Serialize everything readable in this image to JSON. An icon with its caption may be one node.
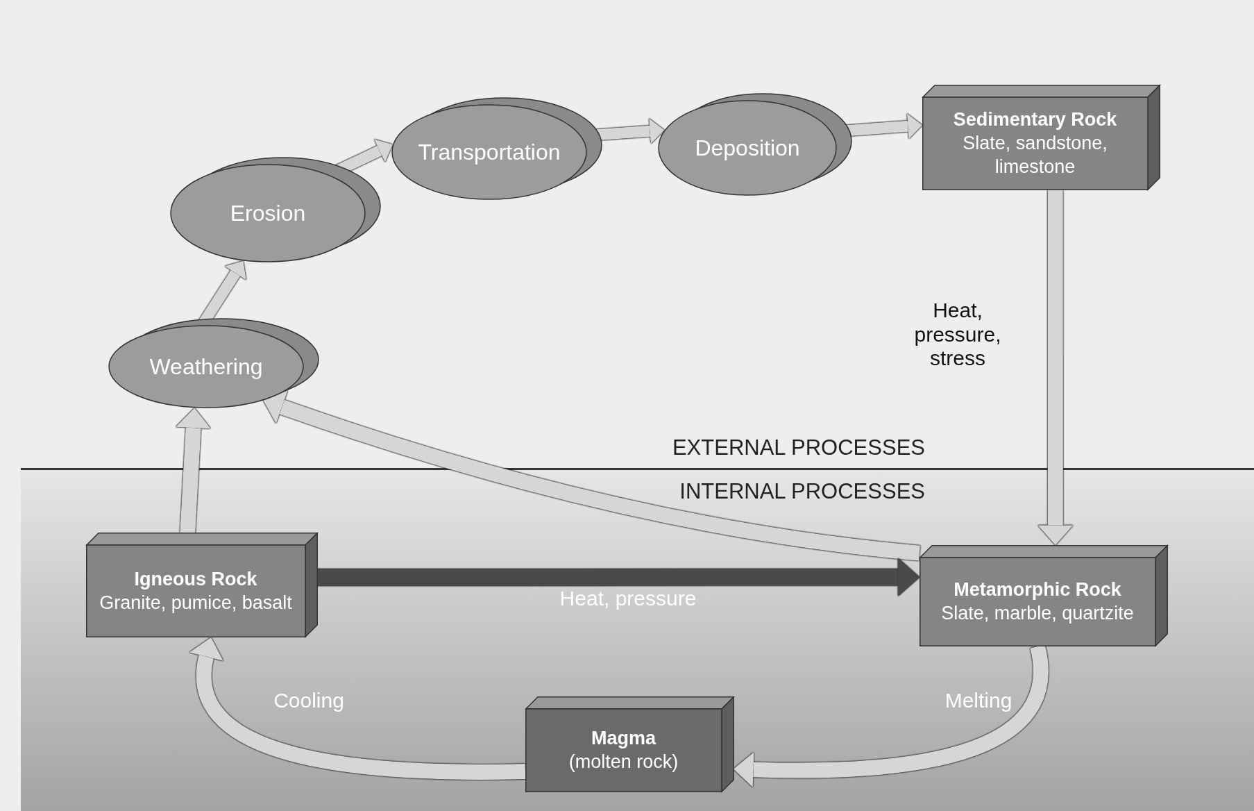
{
  "diagram": {
    "nodes": [
      {
        "text": [
          "Weathering"
        ]
      },
      {
        "text": [
          "Erosion"
        ]
      },
      {
        "text": [
          "Transportation"
        ]
      },
      {
        "text": [
          "Deposition"
        ]
      },
      {
        "text": [
          "Sedimentary Rock",
          "Slate, sandstone, limestone"
        ]
      },
      {
        "text": [
          "Igneous Rock",
          "Granite, pumice, basalt"
        ]
      },
      {
        "text": [
          "Metamorphic Rock",
          "Slate, marble, quartzite"
        ]
      },
      {
        "text": [
          "Magma",
          "(molten rock)"
        ]
      }
    ],
    "edges": [
      {
        "from": 0,
        "to": 1,
        "arrow": "to"
      },
      {
        "from": 1,
        "to": 2,
        "arrow": "to"
      },
      {
        "from": 2,
        "to": 3,
        "arrow": "to"
      },
      {
        "from": 3,
        "to": 4,
        "arrow": "to"
      },
      {
        "from": 4,
        "to": 6,
        "arrow": "to",
        "label": "Heat, pressure, stress"
      },
      {
        "from": 5,
        "to": 0,
        "arrow": "to"
      },
      {
        "from": 6,
        "to": 0,
        "arrow": "to"
      },
      {
        "from": 5,
        "to": 6,
        "arrow": "to",
        "label": "Heat, pressure",
        "color": "#4a4a4a"
      },
      {
        "from": 6,
        "to": 7,
        "arrow": "to",
        "label": "Melting"
      },
      {
        "from": 7,
        "to": 5,
        "arrow": "to",
        "label": "Cooling"
      }
    ],
    "labels": [
      "EXTERNAL PROCESSES",
      "INTERNAL PROCESSES"
    ]
  }
}
